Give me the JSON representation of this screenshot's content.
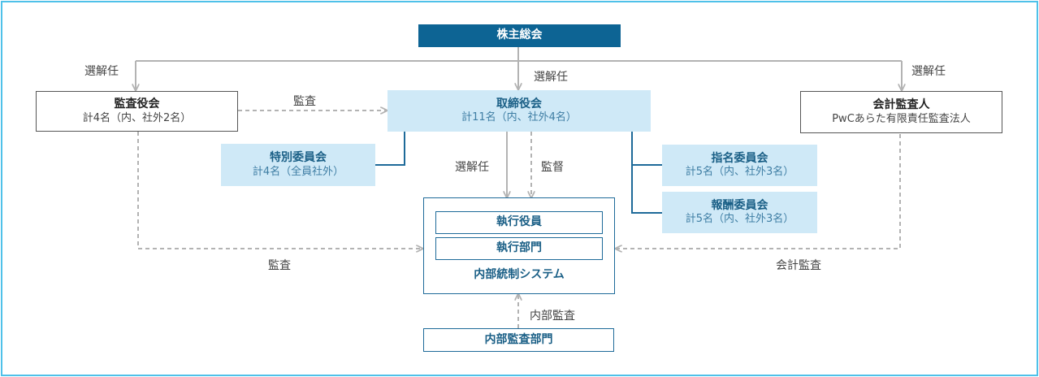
{
  "nodes": {
    "shareholders": "株主総会",
    "audit_board": {
      "title": "監査役会",
      "sub": "計4名（内、社外2名）"
    },
    "board": {
      "title": "取締役会",
      "sub": "計11名（内、社外4名）"
    },
    "accounting_auditor": {
      "title": "会計監査人",
      "sub": "PwCあらた有限責任監査法人"
    },
    "special_committee": {
      "title": "特別委員会",
      "sub": "計4名（全員社外）"
    },
    "nomination_committee": {
      "title": "指名委員会",
      "sub": "計5名（内、社外3名）"
    },
    "remuneration_committee": {
      "title": "報酬委員会",
      "sub": "計5名（内、社外3名）"
    },
    "executive_officers": "執行役員",
    "executive_departments": "執行部門",
    "internal_control": "内部統制システム",
    "internal_audit_dept": "内部監査部門"
  },
  "edges": {
    "appoint_left": "選解任",
    "appoint_center": "選解任",
    "appoint_right": "選解任",
    "audit_board_to_board": "監査",
    "board_appoint_exec": "選解任",
    "board_supervise_exec": "監督",
    "audit_board_to_control": "監査",
    "accounting_audit": "会計監査",
    "internal_audit": "内部監査"
  },
  "colors": {
    "navy": "#0d6494",
    "light_blue": "#cfe9f7",
    "frame": "#4fc1e9",
    "connector": "#b3b3b3",
    "navy_line": "#1e6a99"
  }
}
